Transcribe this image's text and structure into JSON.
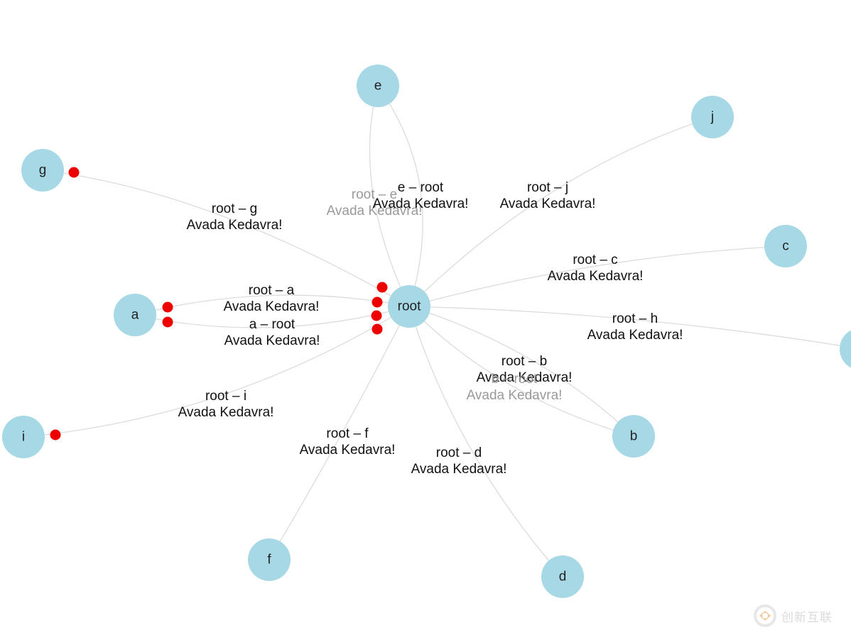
{
  "diagram": {
    "nodes": [
      {
        "id": "root",
        "label": "root"
      },
      {
        "id": "a",
        "label": "a"
      },
      {
        "id": "b",
        "label": "b"
      },
      {
        "id": "c",
        "label": "c"
      },
      {
        "id": "d",
        "label": "d"
      },
      {
        "id": "e",
        "label": "e"
      },
      {
        "id": "f",
        "label": "f"
      },
      {
        "id": "g",
        "label": "g"
      },
      {
        "id": "h",
        "label": ""
      },
      {
        "id": "i",
        "label": "i"
      },
      {
        "id": "j",
        "label": "j"
      }
    ],
    "edges": [
      {
        "id": "root-g",
        "source": "root",
        "target": "g",
        "title": "root – g",
        "subtitle": "Avada Kedavra!"
      },
      {
        "id": "root-e",
        "source": "root",
        "target": "e",
        "title": "root – e",
        "subtitle": "Avada Kedavra!"
      },
      {
        "id": "e-root",
        "source": "e",
        "target": "root",
        "title": "e – root",
        "subtitle": "Avada Kedavra!"
      },
      {
        "id": "root-j",
        "source": "root",
        "target": "j",
        "title": "root – j",
        "subtitle": "Avada Kedavra!"
      },
      {
        "id": "root-c",
        "source": "root",
        "target": "c",
        "title": "root – c",
        "subtitle": "Avada Kedavra!"
      },
      {
        "id": "root-a",
        "source": "root",
        "target": "a",
        "title": "root – a",
        "subtitle": "Avada Kedavra!"
      },
      {
        "id": "a-root",
        "source": "a",
        "target": "root",
        "title": "a – root",
        "subtitle": "Avada Kedavra!"
      },
      {
        "id": "root-h",
        "source": "root",
        "target": "h",
        "title": "root – h",
        "subtitle": "Avada Kedavra!"
      },
      {
        "id": "root-b",
        "source": "root",
        "target": "b",
        "title": "root – b",
        "subtitle": "Avada Kedavra!"
      },
      {
        "id": "b-root",
        "source": "b",
        "target": "root",
        "title": "b – root",
        "subtitle": "Avada Kedavra!"
      },
      {
        "id": "root-i",
        "source": "root",
        "target": "i",
        "title": "root – i",
        "subtitle": "Avada Kedavra!"
      },
      {
        "id": "root-f",
        "source": "root",
        "target": "f",
        "title": "root – f",
        "subtitle": "Avada Kedavra!"
      },
      {
        "id": "root-d",
        "source": "root",
        "target": "d",
        "title": "root – d",
        "subtitle": "Avada Kedavra!"
      }
    ],
    "colors": {
      "node": "#a6d8e6",
      "edge": "#dcdcdc",
      "marker": "#ee0000",
      "label": "#111111"
    }
  },
  "watermark": {
    "text": "创新互联"
  }
}
